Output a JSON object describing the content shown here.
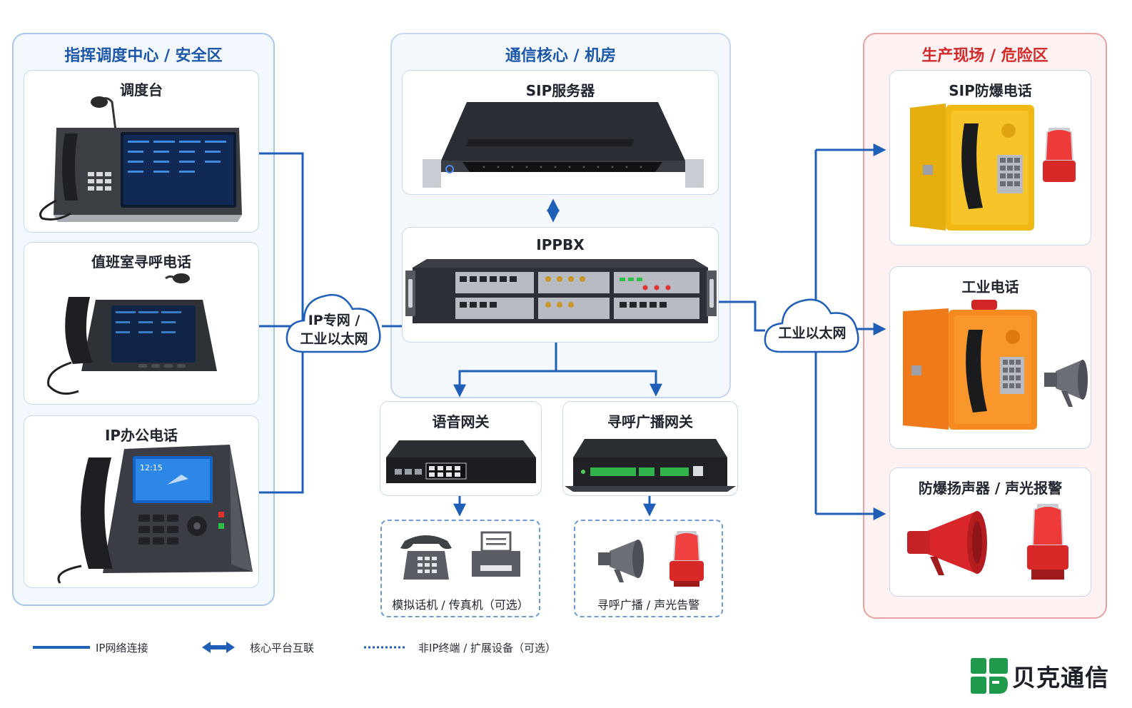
{
  "zones": {
    "left": {
      "title": "指挥调度中心 / 安全区"
    },
    "center": {
      "title": "通信核心 / 机房"
    },
    "right": {
      "title": "生产现场 / 危险区"
    }
  },
  "left_devices": [
    {
      "label": "调度台"
    },
    {
      "label": "值班室寻呼电话"
    },
    {
      "label": "IP办公电话"
    }
  ],
  "center_devices": {
    "sip_server": {
      "label": "SIP服务器"
    },
    "ippbx": {
      "label": "IPPBX"
    },
    "voice_gateway": {
      "label": "语音网关"
    },
    "paging_gateway": {
      "label": "寻呼广播网关"
    },
    "analog_terminals": {
      "label": "模拟话机 / 传真机（可选）"
    },
    "paging_terminals": {
      "label": "寻呼广播 / 声光告警"
    }
  },
  "right_devices": [
    {
      "label": "SIP防爆电话"
    },
    {
      "label": "工业电话"
    },
    {
      "label": "防爆扬声器 / 声光报警"
    }
  ],
  "clouds": {
    "left": {
      "line1": "IP专网 /",
      "line2": "工业以太网"
    },
    "right": {
      "line1": "工业以太网"
    }
  },
  "screen": {
    "clock": "12:15"
  },
  "legend": [
    {
      "label": "IP网络连接"
    },
    {
      "label": "核心平台互联"
    },
    {
      "label": "非IP终端 / 扩展设备（可选）"
    }
  ],
  "brand": {
    "name": "贝克通信"
  },
  "colors": {
    "link_blue": "#1f5fb8",
    "left_zone_border": "#a9c6ec",
    "center_zone_border": "#c5d6ee",
    "right_zone_border": "#e7a3a3",
    "right_title_red": "#d22b2b",
    "left_title_blue": "#1d57a8",
    "brand_green": "#1f9a4c"
  }
}
